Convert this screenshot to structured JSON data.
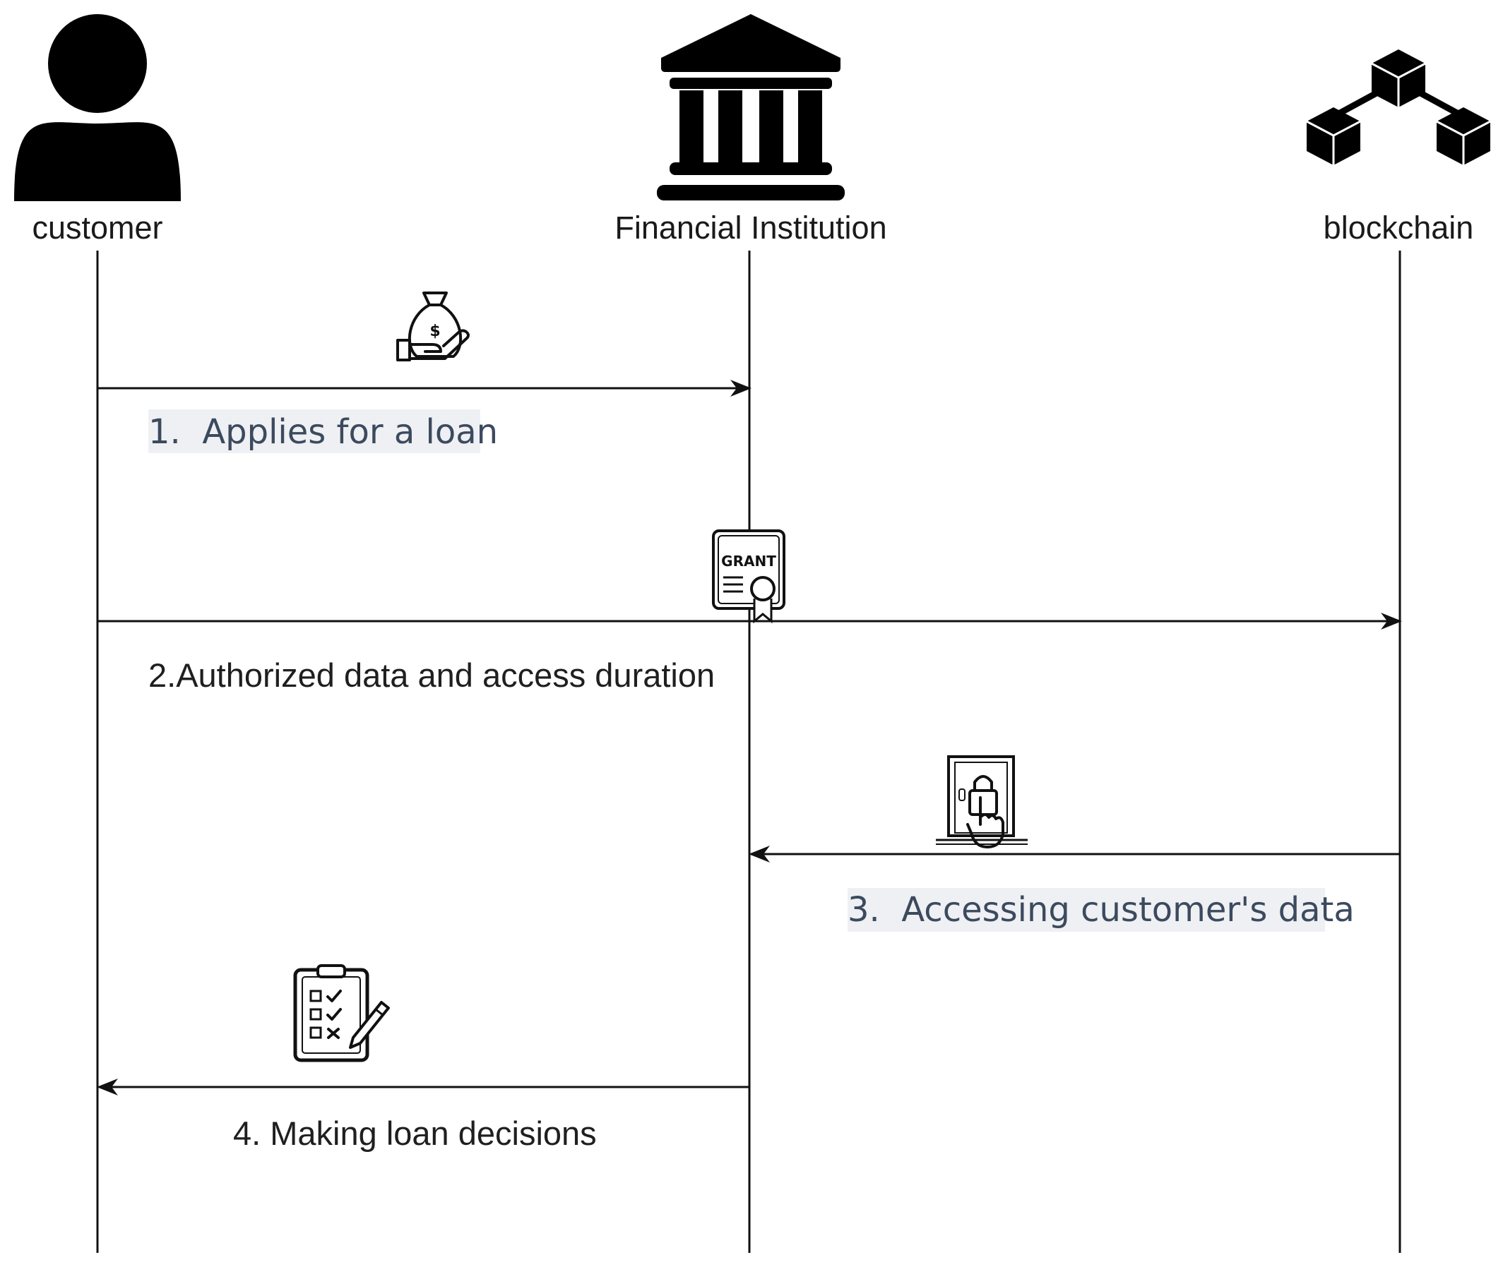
{
  "actors": {
    "customer": {
      "label": "customer",
      "icon": "person-icon"
    },
    "institution": {
      "label": "Financial Institution",
      "icon": "bank-icon"
    },
    "blockchain": {
      "label": "blockchain",
      "icon": "blockchain-icon"
    }
  },
  "messages": [
    {
      "label": "1.  Applies for a loan",
      "from": "customer",
      "to": "institution",
      "icon": "money-bag-hand-icon"
    },
    {
      "label": "2.Authorized data and access duration",
      "from": "customer",
      "to": "blockchain",
      "icon": "grant-certificate-icon"
    },
    {
      "label": "3.  Accessing customer's data",
      "from": "blockchain",
      "to": "institution",
      "icon": "door-lock-touch-icon"
    },
    {
      "label": "4. Making loan decisions",
      "from": "institution",
      "to": "customer",
      "icon": "checklist-clipboard-icon"
    }
  ],
  "icon_glyphs": {
    "grant_certificate": "GRANT",
    "money_bag": "$"
  },
  "colors": {
    "line": "#111111",
    "label_muted": "#3c4a5e",
    "label_highlight_bg": "#eef0f3",
    "icon": "#000000"
  }
}
